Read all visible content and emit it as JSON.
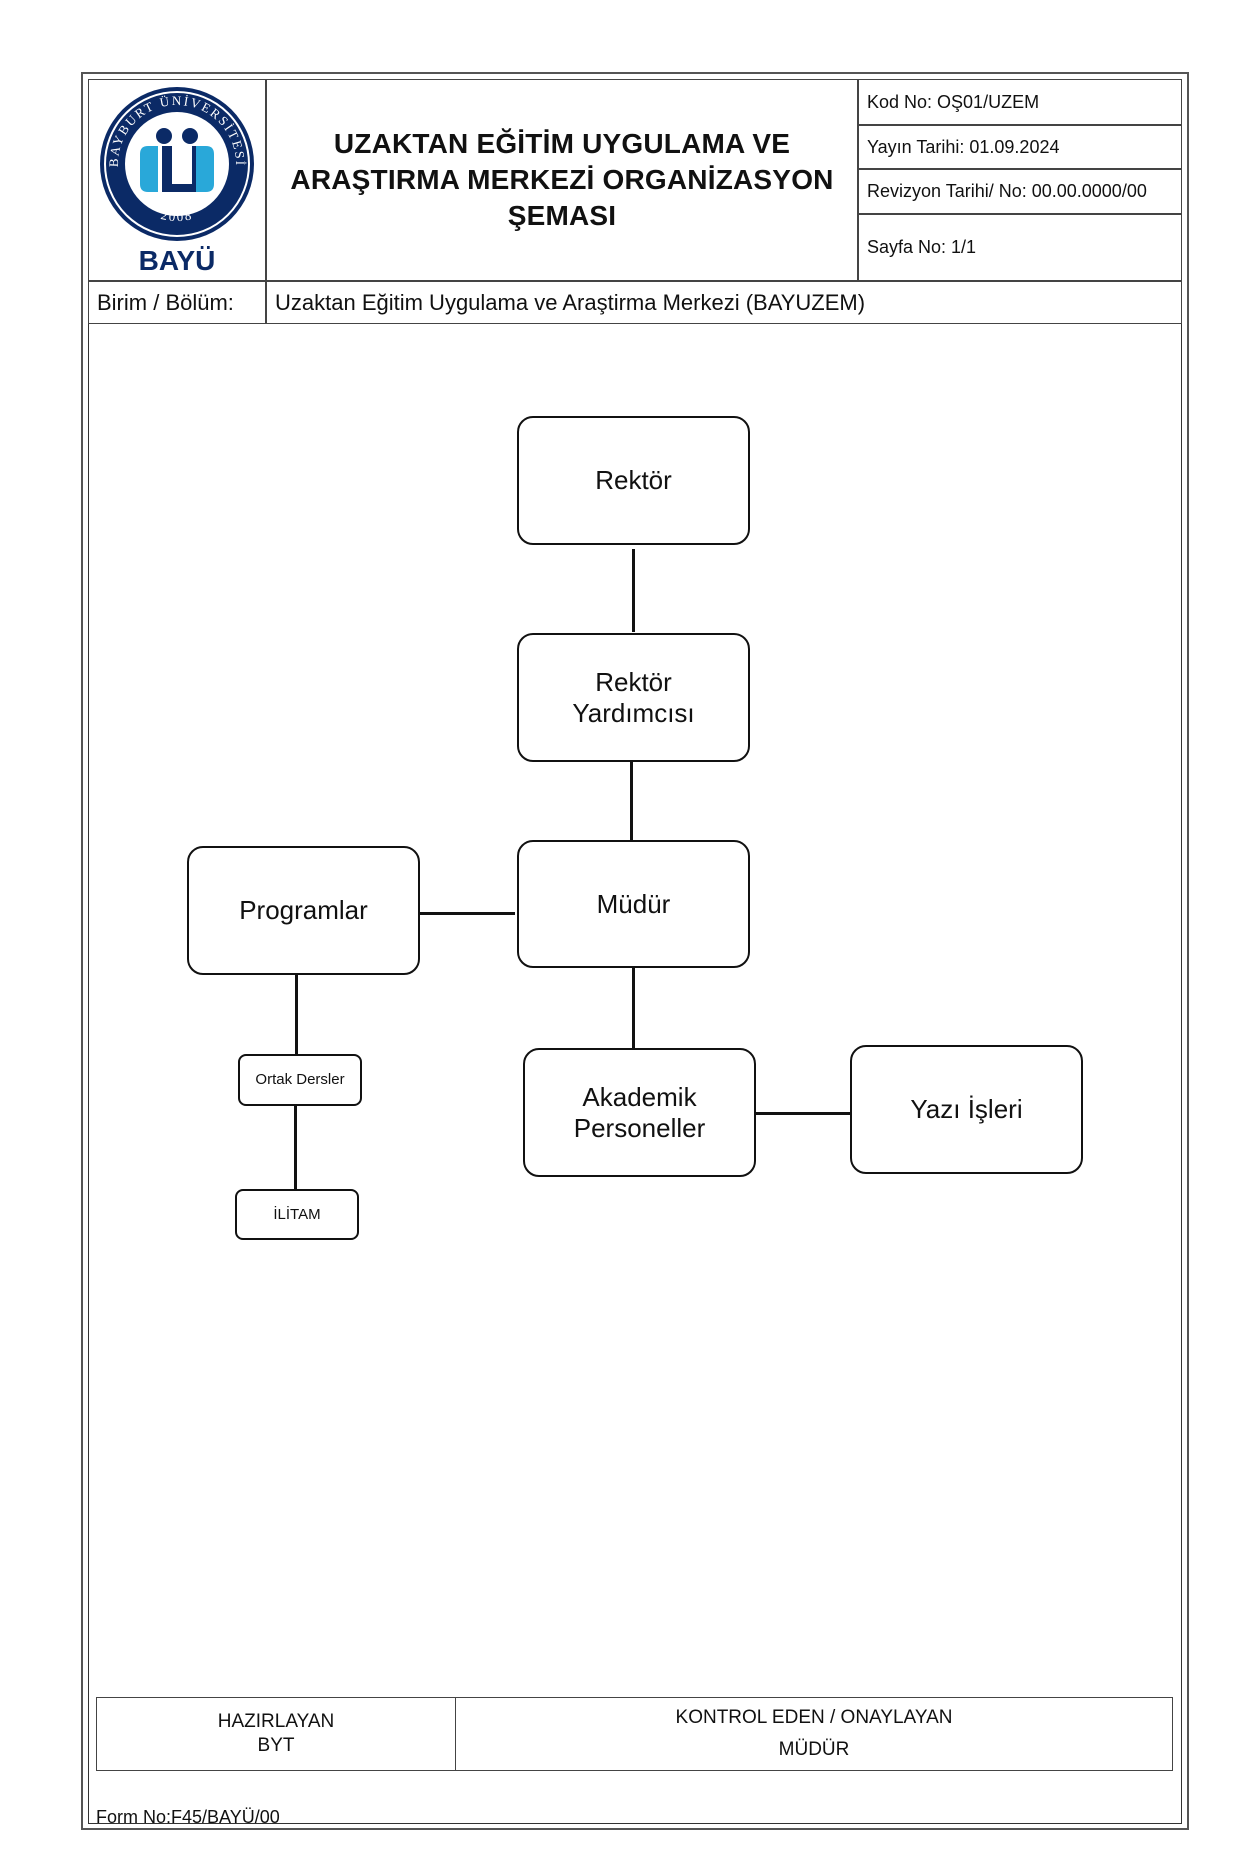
{
  "header": {
    "logo": {
      "ring_text": "BAYBURT ÜNİVERSİTESİ",
      "year": "2008",
      "abbrev": "BAYÜ"
    },
    "title": "UZAKTAN EĞİTİM UYGULAMA VE\nARAŞTIRMA MERKEZİ ORGANİZASYON\nŞEMASI",
    "kod_no": "Kod No: OŞ01/UZEM",
    "yayin_tarihi": "Yayın Tarihi: 01.09.2024",
    "revizyon": "Revizyon Tarihi/ No: 00.00.0000/00",
    "sayfa_no": "Sayfa No: 1/1",
    "birim_label": "Birim / Bölüm:",
    "birim_value": "Uzaktan Eğitim Uygulama ve Araştirma Merkezi (BAYUZEM)"
  },
  "org_chart": {
    "rektor": "Rektör",
    "rektor_yardimcisi": "Rektör\nYardımcısı",
    "mudur": "Müdür",
    "programlar": "Programlar",
    "ortak_dersler": "Ortak Dersler",
    "ilitam": "İLİTAM",
    "akademik_personeller": "Akademik\nPersoneller",
    "yazi_isleri": "Yazı İşleri"
  },
  "footer": {
    "hazirlayan_title": "HAZIRLAYAN",
    "hazirlayan_value": "BYT",
    "kontrol_title": "KONTROL EDEN / ONAYLAYAN",
    "kontrol_value": "MÜDÜR",
    "form_no": "Form No:F45/BAYÜ/00"
  },
  "colors": {
    "logo_navy": "#0b2a66",
    "logo_cyan": "#29a8d9"
  }
}
